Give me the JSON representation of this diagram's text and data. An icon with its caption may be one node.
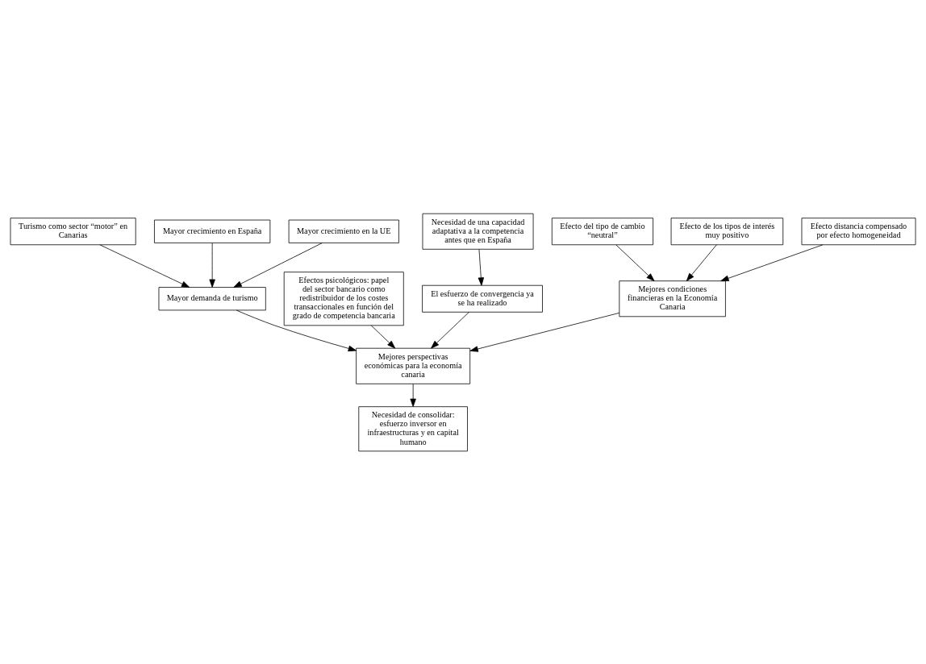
{
  "diagram": {
    "nodes": [
      {
        "text": [
          "Turismo como sector “motor” en Canarias"
        ]
      },
      {
        "text": [
          "Mayor crecimiento en España"
        ]
      },
      {
        "text": [
          "Mayor crecimiento en la UE"
        ]
      },
      {
        "text": [
          "Mayor demanda de turismo"
        ]
      },
      {
        "text": [
          "Efectos psicológicos: papel del sector bancario como redistribuidor de los costes transaccionales en función del grado de competencia bancaria"
        ]
      },
      {
        "text": [
          "El esfuerzo de convergencia ya se ha realizado"
        ]
      },
      {
        "text": [
          "Mejores perspectivas económicas para la economía canaria"
        ]
      },
      {
        "text": [
          "Necesidad de una capacidad adaptativa a la competencia antes que en España"
        ]
      },
      {
        "text": [
          "Efecto del tipo de cambio “neutral”"
        ]
      },
      {
        "text": [
          "Mejores condiciones financieras en la Economía Canaria"
        ]
      },
      {
        "text": [
          "Efecto de los tipos de interés muy positivo"
        ]
      },
      {
        "text": [
          "Efecto distancia compensado por efecto homogeneidad"
        ]
      },
      {
        "text": [
          "Necesidad de consolidar: esfuerzo inversor en infraestructuras y en capital humano"
        ]
      }
    ],
    "edges": [
      {
        "from": 0,
        "to": 3,
        "arrow": "to"
      },
      {
        "from": 1,
        "to": 3,
        "arrow": "to"
      },
      {
        "from": 2,
        "to": 3,
        "arrow": "to"
      },
      {
        "from": 3,
        "to": 6,
        "arrow": "to"
      },
      {
        "from": 4,
        "to": 6,
        "arrow": "to"
      },
      {
        "from": 5,
        "to": 6,
        "arrow": "to"
      },
      {
        "from": 7,
        "to": 5,
        "arrow": "to"
      },
      {
        "from": 9,
        "to": 6,
        "arrow": "to"
      },
      {
        "from": 8,
        "to": 9,
        "arrow": "to"
      },
      {
        "from": 10,
        "to": 9,
        "arrow": "to"
      },
      {
        "from": 11,
        "to": 9,
        "arrow": "to"
      },
      {
        "from": 6,
        "to": 12,
        "arrow": "to"
      }
    ]
  }
}
